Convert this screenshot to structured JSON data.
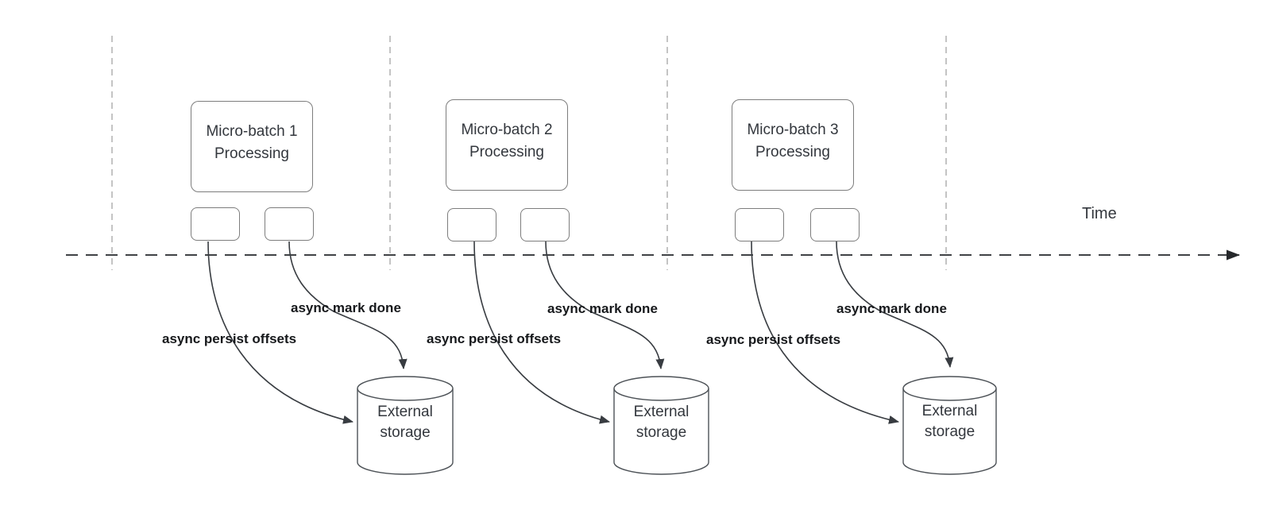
{
  "diagram": {
    "time_axis": {
      "label": "Time"
    },
    "groups": [
      {
        "process_title": "Micro-batch 1",
        "process_subtitle": "Processing",
        "persist_arrow_label": "async persist offsets",
        "mark_done_arrow_label": "async mark done",
        "storage_title": "External",
        "storage_subtitle": "storage"
      },
      {
        "process_title": "Micro-batch 2",
        "process_subtitle": "Processing",
        "persist_arrow_label": "async persist offsets",
        "mark_done_arrow_label": "async mark done",
        "storage_title": "External",
        "storage_subtitle": "storage"
      },
      {
        "process_title": "Micro-batch 3",
        "process_subtitle": "Processing",
        "persist_arrow_label": "async persist offsets",
        "mark_done_arrow_label": "async mark done",
        "storage_title": "External",
        "storage_subtitle": "storage"
      }
    ],
    "colors": {
      "background": "#ffffff",
      "node_border": "#7d7d7d",
      "node_text": "#33373d",
      "arrow": "#383c41",
      "axis": "#26282b",
      "lane_divider": "#ababab",
      "bold_label_text": "#16181b",
      "cylinder_stroke": "#4d5257"
    }
  }
}
